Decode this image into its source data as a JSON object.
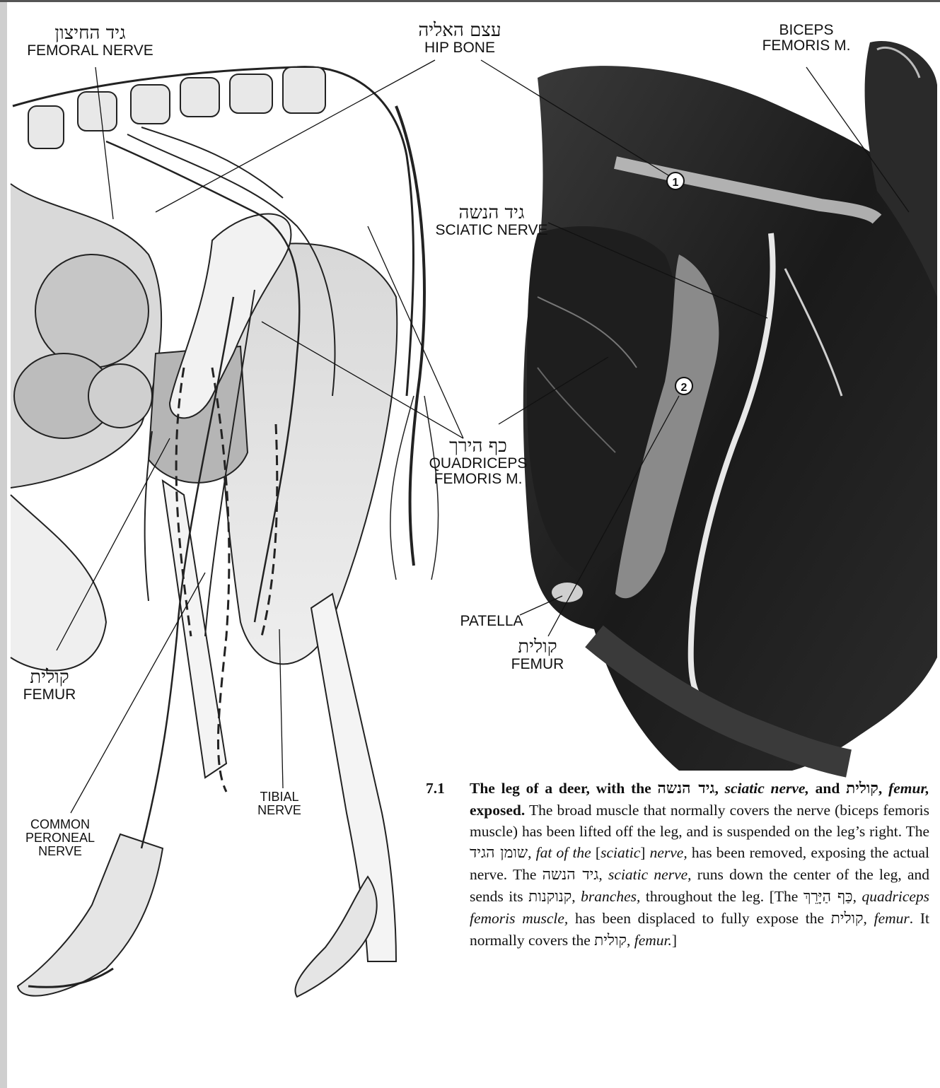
{
  "labels": {
    "femoral_nerve": {
      "hebrew": "גיד החיצון",
      "english": "FEMORAL NERVE"
    },
    "hip_bone": {
      "hebrew": "עצם האליה",
      "english": "HIP BONE"
    },
    "biceps_femoris": {
      "line1": "BICEPS",
      "line2": "FEMORIS M."
    },
    "sciatic_nerve": {
      "hebrew": "גיד הנשה",
      "english": "SCIATIC NERVE"
    },
    "quadriceps": {
      "hebrew": "כף הירך",
      "line1": "QUADRICEPS",
      "line2": "FEMORIS M."
    },
    "patella": {
      "english": "PATELLA"
    },
    "femur_right": {
      "hebrew": "קולית",
      "english": "FEMUR"
    },
    "femur_left": {
      "hebrew": "קולית",
      "english": "FEMUR"
    },
    "tibial_nerve": {
      "line1": "TIBIAL",
      "line2": "NERVE"
    },
    "common_peroneal": {
      "line1": "COMMON",
      "line2": "PERONEAL",
      "line3": "NERVE"
    },
    "marker_1": "1",
    "marker_2": "2"
  },
  "caption": {
    "number": "7.1",
    "t1": "The leg of a deer, with the ",
    "h1": "גיד הנשה",
    "t2": ", ",
    "i1": "sciatic nerve,",
    "t3": "and ",
    "h2": "קולית",
    "t4": ", ",
    "i2": "femur,",
    "t5": " exposed.",
    "t6": " The broad muscle that normally covers the nerve (biceps femoris muscle) has been lifted off the leg, and is suspended on the leg’s right. The ",
    "h3": "שומן הגיד",
    "t7": ", ",
    "i3": "fat of the",
    "t8": " [",
    "i4": "sciatic",
    "t9": "] ",
    "i5": "nerve,",
    "t10": " has been removed, exposing the actual nerve. The ",
    "h4": "גיד הנשה",
    "t11": ", ",
    "i6": "sciatic nerve,",
    "t12": "  runs down the center of the leg, and sends its ",
    "h5": "קנוקנות",
    "t13": ", ",
    "i7": "branches,",
    "t14": " throughout the leg. [The ",
    "h6": "כַּף הַיָּרֵךְ",
    "t15": ", ",
    "i8": "quadriceps femoris muscle,",
    "t16": " has been displaced to fully expose the ",
    "h7": "קולית",
    "t17": ", ",
    "i9": "femur",
    "t18": ". It normally covers the ",
    "h8": "קולית",
    "t19": ", ",
    "i10": "femur.",
    "t20": "]"
  }
}
